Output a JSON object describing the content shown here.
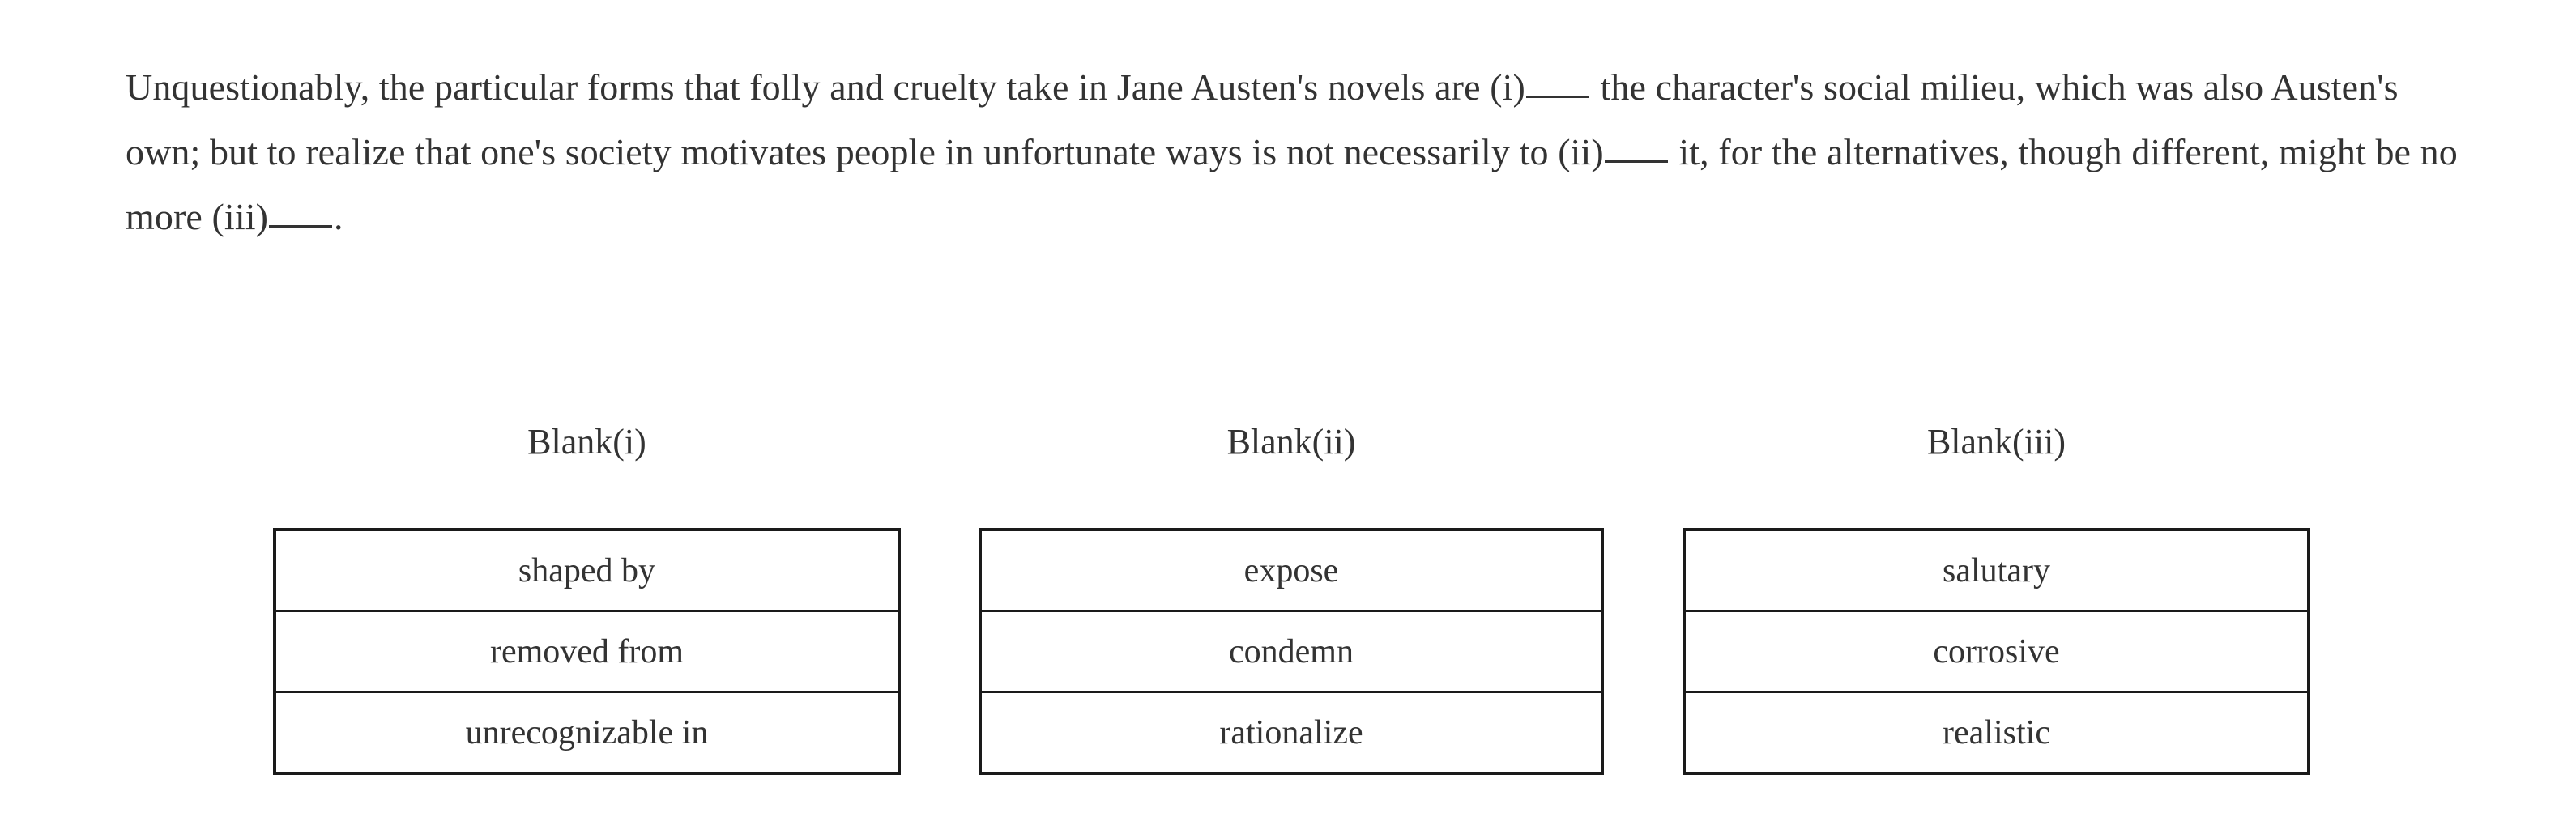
{
  "question": {
    "type": "text-completion-three-blank",
    "passage_lines": [
      "Unquestionably, the particular forms that folly and cruelty take in Jane Austen's novels are (i)",
      " the character's social milieu, which was also Austen's own; but to realize that one's society motivates people in unfortunate ways is not necessarily to (ii)",
      " it, for the alternatives, though different, might be no more (iii)",
      "."
    ],
    "passage_full": "Unquestionably, the particular forms that folly and cruelty take in Jane Austen's novels are (i)_____ the character's social milieu, which was also Austen's own; but to realize that one's society motivates people in unfortunate ways is not necessarily to (ii)_____ it, for the alternatives, though different, might be no more (iii)_____.",
    "segments": {
      "s1": "Unquestionably, the particular forms that folly and cruelty take in Jane Austen's novels are (i)",
      "s2": " the character's social milieu, which was also Austen's own; but to realize that one's society motivates people in unfortunate ways is not necessarily to (ii)",
      "s3": " it, for the alternatives, though different, might be no more (iii)",
      "s4": "."
    }
  },
  "blanks": [
    {
      "header": "Blank(i)",
      "options": [
        {
          "label": "shaped by"
        },
        {
          "label": "removed from"
        },
        {
          "label": "unrecognizable in"
        }
      ]
    },
    {
      "header": "Blank(ii)",
      "options": [
        {
          "label": "expose"
        },
        {
          "label": "condemn"
        },
        {
          "label": "rationalize"
        }
      ]
    },
    {
      "header": "Blank(iii)",
      "options": [
        {
          "label": "salutary"
        },
        {
          "label": "corrosive"
        },
        {
          "label": "realistic"
        }
      ]
    }
  ],
  "colors": {
    "background": "#ffffff",
    "text": "#333333",
    "table_border": "#1a1a1a"
  }
}
